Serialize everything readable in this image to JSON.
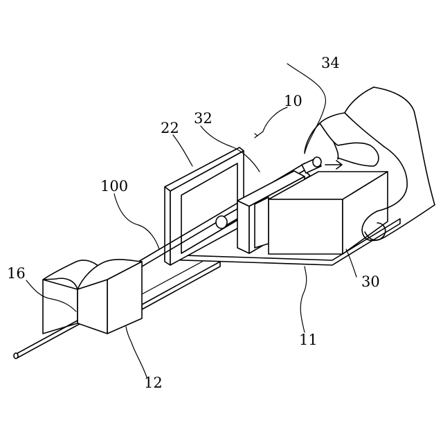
{
  "labels": {
    "assembly": "10",
    "base": "11",
    "lower_block": "12",
    "wire_end": "16",
    "frame": "22",
    "housing": "30",
    "guide_tube": "32",
    "handle_rod": "34",
    "wire": "100"
  },
  "colors": {
    "line": "#000000",
    "background": "#ffffff"
  }
}
